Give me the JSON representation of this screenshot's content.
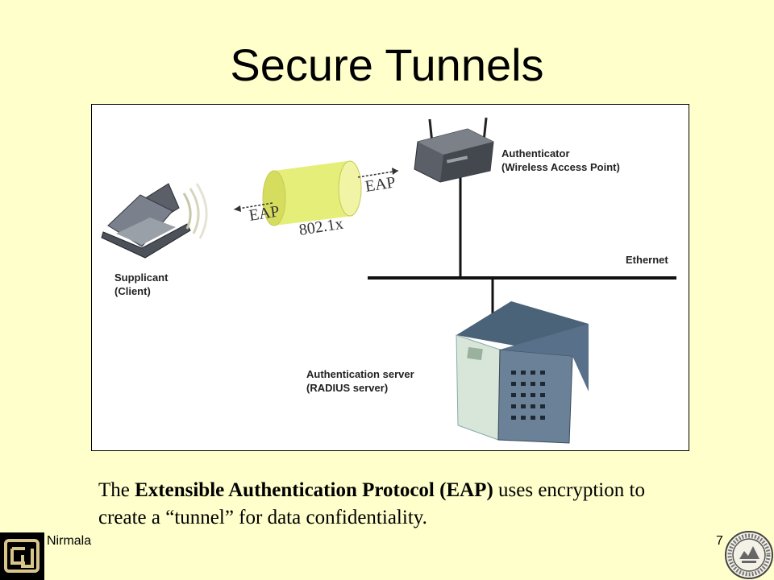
{
  "slide": {
    "title": "Secure Tunnels",
    "page_number": "7",
    "author": "Nirmala"
  },
  "diagram": {
    "supplicant": [
      "Supplicant",
      "(Client)"
    ],
    "authenticator": [
      "Authenticator",
      "(Wireless Access Point)"
    ],
    "ethernet": "Ethernet",
    "auth_server": [
      "Authentication server",
      "(RADIUS server)"
    ],
    "tunnel": {
      "label": "802.1x",
      "eap_left": "EAP",
      "eap_right": "EAP"
    }
  },
  "caption": {
    "prefix": "The ",
    "bold": "Extensible Authentication Protocol (EAP)",
    "suffix": " uses encryption to create a “tunnel” for data confidentiality."
  },
  "colors": {
    "background": "#FFFFCC",
    "tunnel": "#E6EE7A"
  }
}
